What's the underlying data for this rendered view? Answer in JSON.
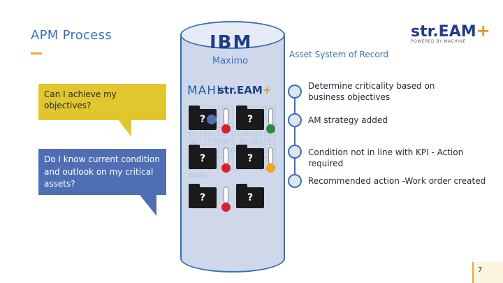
{
  "slide": {
    "title": "APM Process",
    "page_number": "7"
  },
  "callouts": {
    "objectives": "Can I achieve my objectives?",
    "condition": "Do I know current condition and outlook on my critical assets?"
  },
  "cylinder": {
    "vendor_logo": "IBM",
    "product": "Maximo",
    "mahi_prefix": "MAHI",
    "mahi_brand": "str.EAM",
    "binary_text": "0111001011 1000101010 0101101001 1110010110 1001101110 0001110110 1010011101 0011110001 0110011100 1011010010 0111001100 10111 0111011 10101 10011100011 00000",
    "question_mark": "?"
  },
  "right": {
    "brand_logo": "str.EAM",
    "brand_plus": "+",
    "brand_tag": "POWERED BY MACHINE",
    "section_label": "Asset System of Record",
    "steps": [
      "Determine criticality based on business objectives",
      "AM strategy added",
      "Condition not in line with KPI - Action required",
      "Recommended action -Work order created"
    ]
  },
  "colors": {
    "accent_blue": "#3b6fb6",
    "accent_orange": "#f2a23a",
    "callout_yellow": "#e2c62d",
    "callout_blue": "#4f6fb4",
    "therm_red": "#d8212a",
    "therm_green": "#2f8a3f",
    "therm_orange": "#f0a71c"
  }
}
